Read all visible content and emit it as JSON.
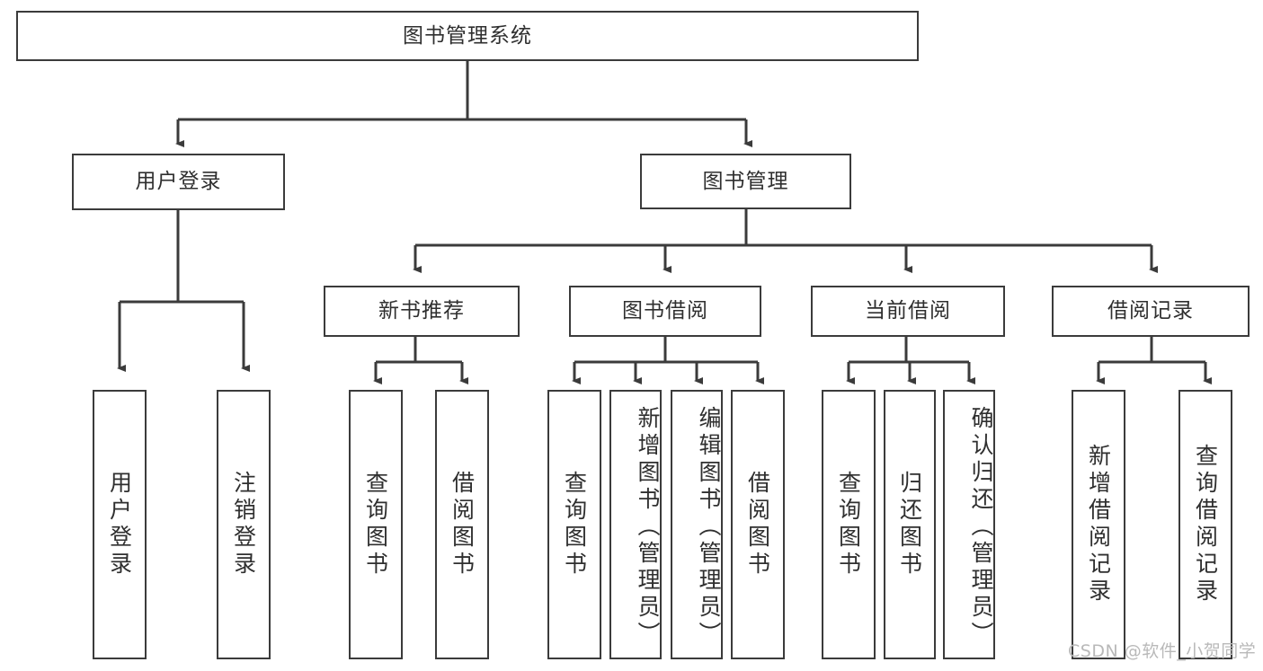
{
  "diagram": {
    "title": "图书管理系统",
    "type": "tree",
    "background": "#ffffff",
    "line_color": "#3b3b3b",
    "box_border_color": "#3b3b3b",
    "text_color": "#2f2f2f",
    "root": {
      "label": "图书管理系统"
    },
    "level2": [
      {
        "label": "用户登录"
      },
      {
        "label": "图书管理"
      }
    ],
    "level3": [
      {
        "label": "新书推荐"
      },
      {
        "label": "图书借阅"
      },
      {
        "label": "当前借阅"
      },
      {
        "label": "借阅记录"
      }
    ],
    "leaves": {
      "user_login": [
        {
          "label": "用户登录"
        },
        {
          "label": "注销登录"
        }
      ],
      "new_book_recommend": [
        {
          "label": "查询图书"
        },
        {
          "label": "借阅图书"
        }
      ],
      "book_borrow": [
        {
          "label": "查询图书"
        },
        {
          "label": "新增图书（管理员）"
        },
        {
          "label": "编辑图书（管理员）"
        },
        {
          "label": "借阅图书"
        }
      ],
      "current_borrow": [
        {
          "label": "查询图书"
        },
        {
          "label": "归还图书"
        },
        {
          "label": "确认归还（管理员）"
        }
      ],
      "borrow_record": [
        {
          "label": "新增借阅记录"
        },
        {
          "label": "查询借阅记录"
        }
      ]
    }
  },
  "watermark": {
    "text": "CSDN @软件_小贺同学"
  }
}
